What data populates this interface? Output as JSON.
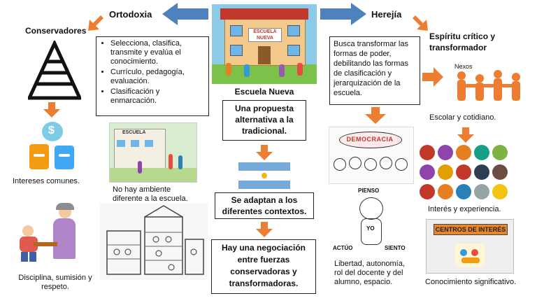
{
  "header": {
    "ortodoxia": "Ortodoxia",
    "herejia": "Herejía",
    "center_title": "Escuela Nueva",
    "school_sign": "ESCUELA NUEVA"
  },
  "left": {
    "conservadores": "Conservadores",
    "bullets": [
      "Selecciona, clasifica, transmite y evalúa el conocimiento.",
      "Currículo, pedagogía, evaluación.",
      "Clasificación y enmarcación."
    ],
    "intereses": "Intereses comunes.",
    "no_ambiente": "No hay ambiente diferente a la escuela.",
    "disciplina": "Disciplina, sumisión y respeto.",
    "school_img_sign": "ESCUELA"
  },
  "center": {
    "propuesta": "Una propuesta alternativa a la tradicional.",
    "adaptan": "Se adaptan a los diferentes contextos.",
    "negociacion": "Hay una negociación entre fuerzas conservadoras y transformadoras."
  },
  "right": {
    "herejia_text": "Busca transformar las formas de poder, debilitando las formas de clasificación y jerarquización de la escuela.",
    "espiritu": "Espíritu crítico y transformador",
    "nexos": "Nexos",
    "escolar": "Escolar y cotidiano.",
    "democracia": "DEMOCRACIA",
    "pienso": "PIENSO",
    "actuo": "ACTÚO",
    "siento": "SIENTO",
    "yo": "YO",
    "libertad": "Libertad, autonomía, rol del docente y del alumno, espacio.",
    "interes": "Interés y experiencia.",
    "centros": "CENTROS DE INTERÉS",
    "conocimiento": "Conocimiento significativo."
  },
  "colors": {
    "blue_arrow": "#4f81bd",
    "orange_arrow": "#ed7d31",
    "flag_blue": "#75aadb",
    "flag_sun": "#f6b40e"
  }
}
